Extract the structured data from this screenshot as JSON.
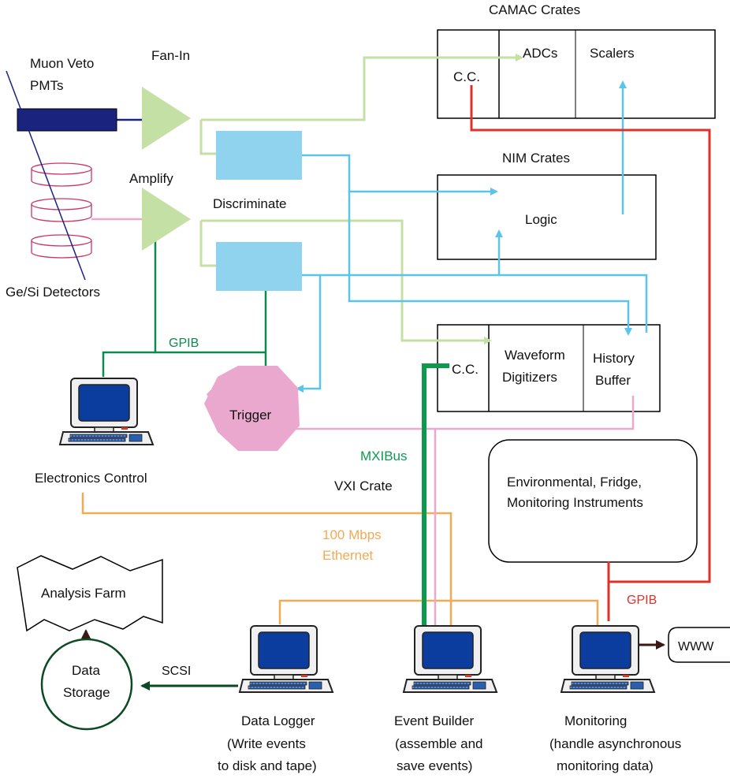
{
  "labels": {
    "camac_crates": "CAMAC Crates",
    "adcs": "ADCs",
    "scalers": "Scalers",
    "cc_top": "C.C.",
    "muon_veto_line1": "Muon Veto",
    "muon_veto_line2": "PMTs",
    "fan_in": "Fan-In",
    "nim_crates": "NIM Crates",
    "logic": "Logic",
    "amplify": "Amplify",
    "discriminate": "Discriminate",
    "ge_si": "Ge/Si Detectors",
    "gpib_left": "GPIB",
    "cc_vxi": "C.C.",
    "waveform_line1": "Waveform",
    "waveform_line2": "Digitizers",
    "history_line1": "History",
    "history_line2": "Buffer",
    "trigger": "Trigger",
    "mxibus": "MXIBus",
    "electronics_control": "Electronics Control",
    "vxi_crate": "VXI Crate",
    "env_line1": "Environmental, Fridge,",
    "env_line2": "Monitoring Instruments",
    "ethernet_line1": "100  Mbps",
    "ethernet_line2": "Ethernet",
    "analysis_farm": "Analysis Farm",
    "gpib_right": "GPIB",
    "www": "WWW",
    "data_line1": "Data",
    "data_line2": "Storage",
    "scsi": "SCSI",
    "logger_line1": "Data Logger",
    "logger_line2": "(Write events",
    "logger_line3": "to disk and tape)",
    "builder_line1": "Event Builder",
    "builder_line2": "(assemble and",
    "builder_line3": "save events)",
    "monitor_line1": "Monitoring",
    "monitor_line2": "(handle asynchronous",
    "monitor_line3": "monitoring data)"
  },
  "colors": {
    "blue_signal": "#5bc4ea",
    "light_green": "#c5e0a5",
    "dark_green": "#0d8a4e",
    "red_gpib": "#e0302a",
    "orange_ethernet": "#f2aa55",
    "pink_trigger": "#eba8cf",
    "pmt_navy": "#1a237e",
    "disc_fill": "#8fd3ef"
  }
}
